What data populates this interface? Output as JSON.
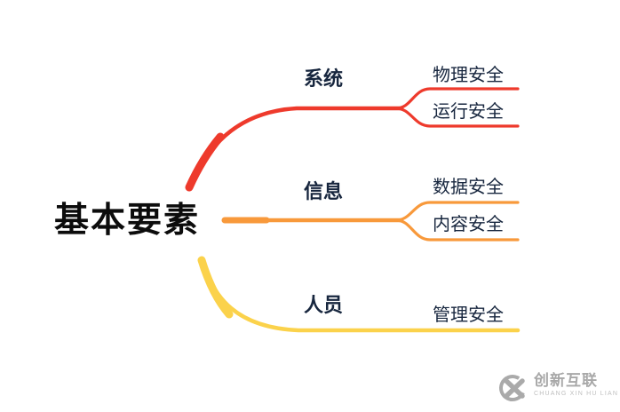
{
  "root": {
    "label": "基本要素"
  },
  "branches": [
    {
      "label": "系统",
      "color": "#ee3a2c",
      "children": [
        {
          "label": "物理安全"
        },
        {
          "label": "运行安全"
        }
      ]
    },
    {
      "label": "信息",
      "color": "#f8993b",
      "children": [
        {
          "label": "数据安全"
        },
        {
          "label": "内容安全"
        }
      ]
    },
    {
      "label": "人员",
      "color": "#fbd24b",
      "children": [
        {
          "label": "管理安全"
        }
      ]
    }
  ],
  "colors": {
    "text": "#17263e",
    "root_text": "#0c0c0c",
    "logo_gray": "#a8a8a8"
  },
  "logo": {
    "name": "创新互联",
    "tagline": "CHUANG XIN HU LIAN"
  }
}
